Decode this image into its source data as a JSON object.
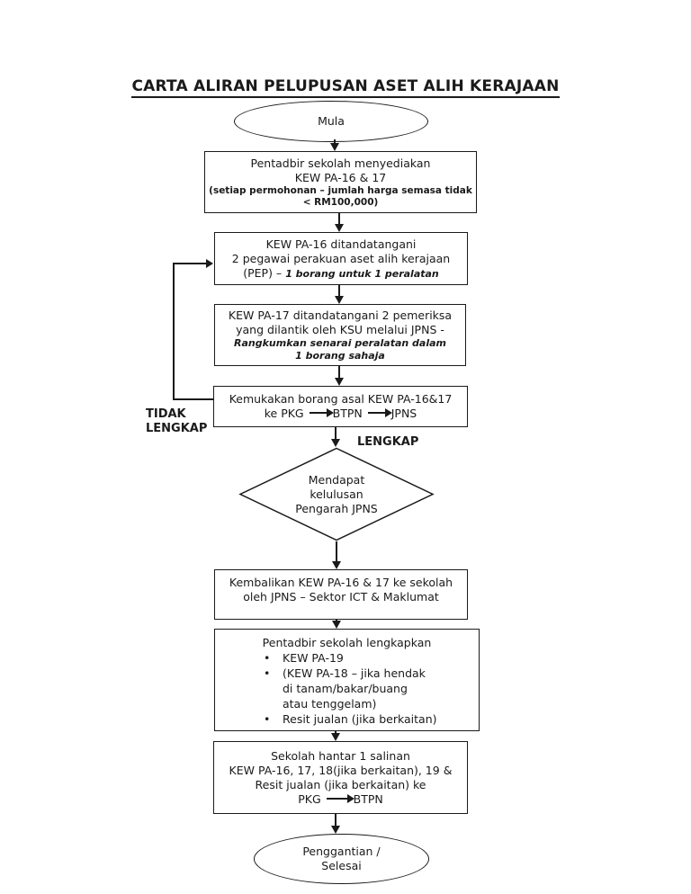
{
  "colors": {
    "ink": "#1a1a1a",
    "background": "#ffffff"
  },
  "title": "CARTA ALIRAN PELUPUSAN ASET ALIH KERAJAAN",
  "glyphs": {
    "bullet": "•"
  },
  "start": {
    "label": "Mula"
  },
  "prepare": {
    "line1": "Pentadbir sekolah menyediakan",
    "line2": "KEW PA-16 & 17",
    "note1": "(setiap permohonan – jumlah harga semasa tidak",
    "note2": "< RM100,000)"
  },
  "sign16": {
    "line1": "KEW PA-16 ditandatangani",
    "line2": "2 pegawai perakuan aset alih kerajaan",
    "line3_prefix": "(PEP) –",
    "line3_italic": "1 borang untuk 1 peralatan"
  },
  "sign17": {
    "line1": "KEW PA-17 ditandatangani 2 pemeriksa",
    "line2": "yang dilantik oleh KSU melalui JPNS -",
    "note1": "Rangkumkan senarai peralatan dalam",
    "note2": "1 borang sahaja"
  },
  "submit": {
    "line1": "Kemukakan borang asal KEW PA-16&17",
    "route_from": "ke PKG",
    "route_mid": "BTPN",
    "route_to": "JPNS"
  },
  "branch": {
    "incomplete_line1": "TIDAK",
    "incomplete_line2": "LENGKAP",
    "complete": "LENGKAP"
  },
  "decision": {
    "line1": "Mendapat",
    "line2": "kelulusan",
    "line3": "Pengarah JPNS"
  },
  "return_forms": {
    "line1": "Kembalikan KEW PA-16 & 17 ke sekolah",
    "line2": "oleh JPNS – Sektor ICT & Maklumat"
  },
  "complete_forms": {
    "heading": "Pentadbir sekolah lengkapkan",
    "bullet1": "KEW PA-19",
    "bullet2_line1": "(KEW PA-18 – jika hendak",
    "bullet2_line2": "di tanam/bakar/buang",
    "bullet2_line3": "atau tenggelam)",
    "bullet3": "Resit jualan (jika berkaitan)"
  },
  "send_copy": {
    "line1": "Sekolah hantar 1 salinan",
    "line2": "KEW PA-16, 17, 18(jika berkaitan), 19 &",
    "line3": "Resit jualan (jika berkaitan) ke",
    "route_from": "PKG",
    "route_to": "BTPN"
  },
  "end": {
    "line1": "Penggantian /",
    "line2": "Selesai"
  }
}
